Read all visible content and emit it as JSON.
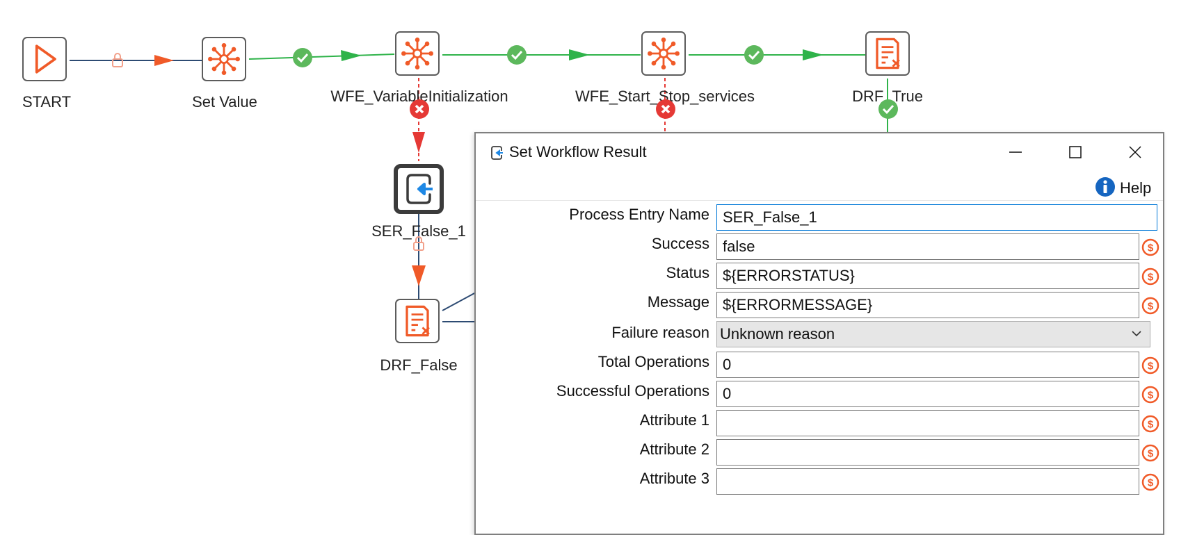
{
  "workflow": {
    "nodes": {
      "start": {
        "label": "START",
        "icon": "play-icon"
      },
      "set_value": {
        "label": "Set Value",
        "icon": "hub-icon"
      },
      "wfe_var_init": {
        "label": "WFE_VariableInitialization",
        "icon": "hub-icon"
      },
      "wfe_start_stop": {
        "label": "WFE_Start_Stop_services",
        "icon": "hub-icon"
      },
      "drf_true": {
        "label": "DRF_True",
        "icon": "document-error-icon"
      },
      "ser_false_1": {
        "label": "SER_False_1",
        "icon": "set-result-icon"
      },
      "drf_false": {
        "label": "DRF_False",
        "icon": "document-error-icon"
      }
    },
    "colors": {
      "success": "#2fb34a",
      "error": "#e53935",
      "accent": "#f05a28",
      "plain": "#2d4b73"
    }
  },
  "dialog": {
    "title": "Set Workflow Result",
    "help_label": "Help",
    "fields": {
      "process_entry_name": {
        "label": "Process Entry Name",
        "value": "SER_False_1"
      },
      "success": {
        "label": "Success",
        "value": "false"
      },
      "status": {
        "label": "Status",
        "value": "${ERRORSTATUS}"
      },
      "message": {
        "label": "Message",
        "value": "${ERRORMESSAGE}"
      },
      "failure_reason": {
        "label": "Failure reason",
        "value": "Unknown reason"
      },
      "total_operations": {
        "label": "Total Operations",
        "value": "0"
      },
      "successful_operations": {
        "label": "Successful Operations",
        "value": "0"
      },
      "attribute_1": {
        "label": "Attribute 1",
        "value": ""
      },
      "attribute_2": {
        "label": "Attribute 2",
        "value": ""
      },
      "attribute_3": {
        "label": "Attribute 3",
        "value": ""
      }
    }
  }
}
